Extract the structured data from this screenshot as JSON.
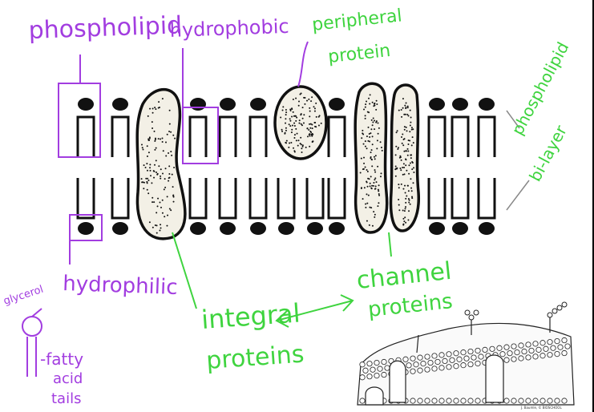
{
  "colors": {
    "purple_ink": "#a23de0",
    "green_ink": "#3fd43f",
    "black_ink": "#111111",
    "protein_fill": "#f3f0e6"
  },
  "labels": {
    "phospholipid": "phospholipid",
    "hydrophobic": "hydrophobic",
    "peripheral_line1": "peripheral",
    "peripheral_line2": "protein",
    "bilayer_line1": "phospholipid",
    "bilayer_line2": "bi-layer",
    "hydrophilic": "hydrophilic",
    "glycerol": "glycerol",
    "fatty_line1": "-fatty",
    "fatty_line2": "acid",
    "fatty_line3": "tails",
    "channel_line1": "channel",
    "channel_line2": "proteins",
    "integral_line1": "integral",
    "integral_line2": "proteins",
    "credit": "J. Baumle, © BIOSCHOOL"
  }
}
